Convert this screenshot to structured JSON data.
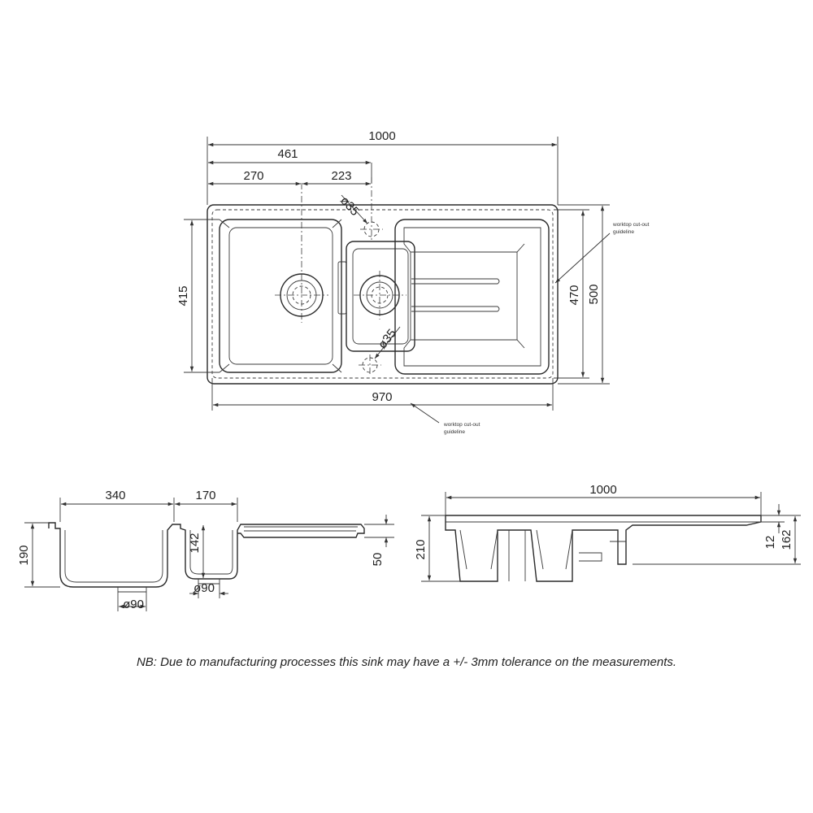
{
  "plan_view": {
    "dimensions": {
      "overall_width": "1000",
      "bowl_to_waste": "461",
      "main_waste_offset": "270",
      "waste_spacing": "223",
      "overflow_diameter_top": "ø35",
      "overflow_diameter_bottom": "ø35",
      "bowl_depth": "415",
      "cutout_depth": "470",
      "overall_depth": "500",
      "cutout_width": "970"
    },
    "notes": {
      "cutout_right_line1": "worktop cut-out",
      "cutout_right_line2": "guideline",
      "cutout_bottom_line1": "worktop cut-out",
      "cutout_bottom_line2": "guideline"
    }
  },
  "front_section": {
    "dimensions": {
      "main_bowl_width": "340",
      "half_bowl_width": "170",
      "overall_height": "190",
      "half_bowl_depth": "142",
      "drainer_height": "50",
      "main_waste_diameter": "ø90",
      "half_waste_diameter": "ø90"
    }
  },
  "side_elevation": {
    "dimensions": {
      "overall_length": "1000",
      "overall_height": "210",
      "rim_thickness": "12",
      "rim_to_base": "162"
    }
  },
  "footer": {
    "note": "NB: Due to manufacturing processes this sink may have a +/- 3mm tolerance on the measurements."
  }
}
